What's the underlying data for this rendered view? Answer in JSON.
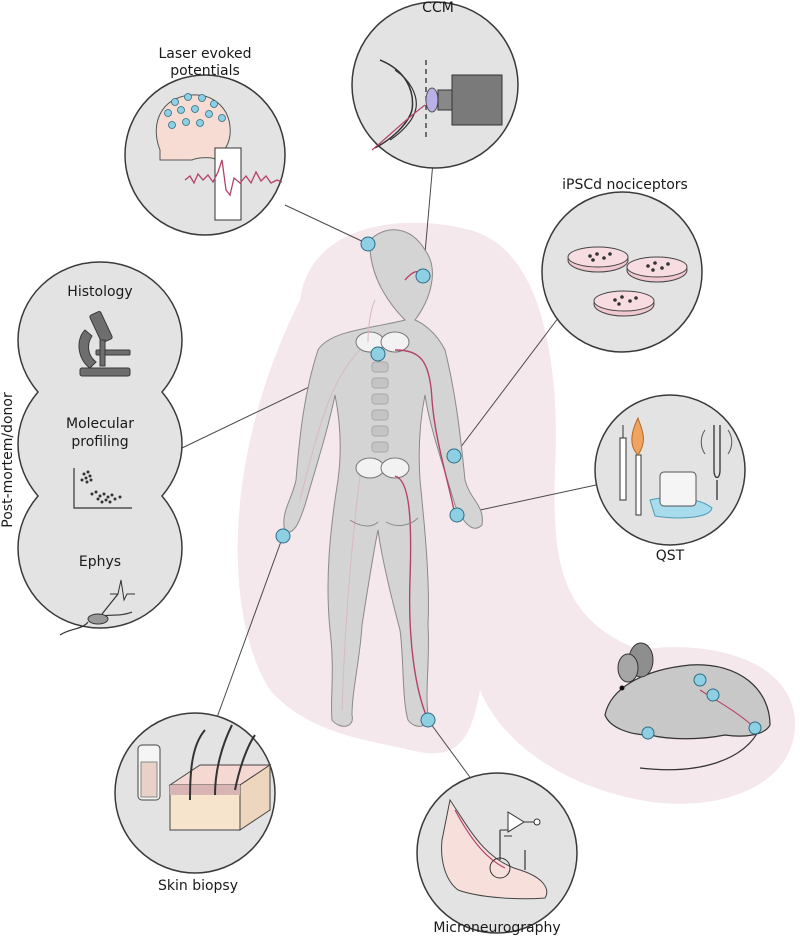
{
  "labels": {
    "ccm": "CCM",
    "lep_line1": "Laser evoked",
    "lep_line2": "potentials",
    "ipsc": "iPSCd nociceptors",
    "histology": "Histology",
    "mol_line1": "Molecular",
    "mol_line2": "profiling",
    "ephys": "Ephys",
    "postmortem": "Post-mortem/donor",
    "qst": "QST",
    "skin_biopsy": "Skin biopsy",
    "microneurography": "Microneurography"
  },
  "colors": {
    "panel_fill": "#e3e3e3",
    "panel_stroke": "#3a3a3a",
    "body_fill": "#d4d4d4",
    "blob_fill": "#f4e8ec",
    "nerve": "#b5426a",
    "marker": "#8fcfe3",
    "marker_stroke": "#2a6d85",
    "connector": "#4a4a4a"
  },
  "icons": {
    "ccm": "corneal-microscope-icon",
    "lep": "eeg-head-icon",
    "ipsc": "petri-dish-icon",
    "histology": "microscope-icon",
    "molecular": "scatter-plot-icon",
    "ephys": "neuron-electrode-icon",
    "qst": "temperature-vibration-icon",
    "skin": "skin-section-icon",
    "micro": "foot-electrode-icon",
    "mouse": "mouse-icon"
  }
}
